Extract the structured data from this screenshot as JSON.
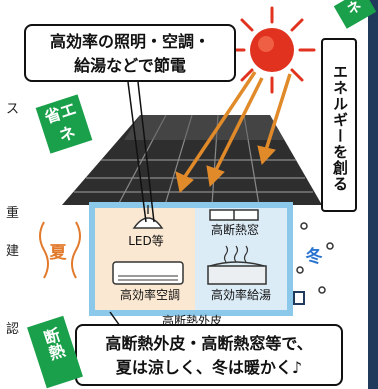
{
  "callouts": {
    "top_line1": "高効率の照明・空調・",
    "top_line2": "給湯などで節電",
    "bottom_line1": "高断熱外皮・高断熱窓等で、",
    "bottom_line2": "夏は涼しく、冬は暖かく♪"
  },
  "energy_label": "エネルギーを創る",
  "flags": {
    "shouene": "省エネ",
    "ene": "ネ",
    "dannetsu": "断熱"
  },
  "house_labels": {
    "led": "LED等",
    "window": "高断熱窓",
    "aircon": "高効率空調",
    "water_heater": "高効率給湯",
    "insulation": "高断熱外皮"
  },
  "seasons": {
    "summer": "夏",
    "winter": "冬"
  },
  "edge_text": [
    "ス",
    "重",
    "建",
    "認"
  ],
  "colors": {
    "sun": "#e0321e",
    "arrow": "#e08a2a",
    "summer_room": "#fbe8d2",
    "winter_room": "#dcecf7",
    "house_outline": "#8bc8ea",
    "eco_green": "#1aa04a",
    "roof": "#333333"
  }
}
